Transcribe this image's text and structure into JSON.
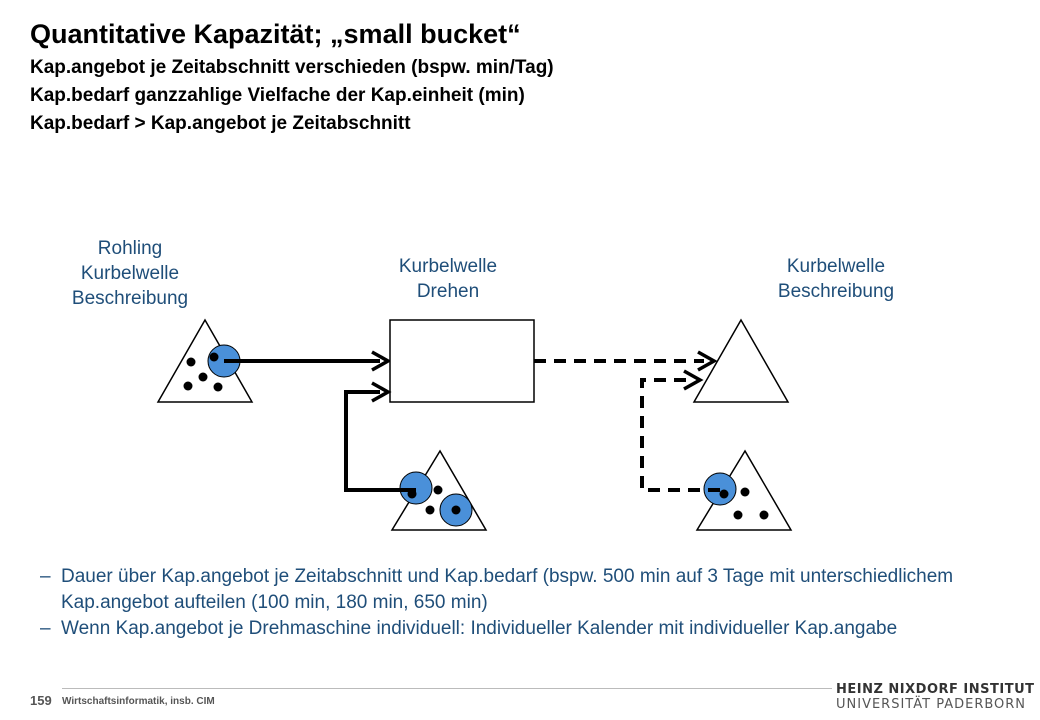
{
  "header": {
    "title": "Quantitative Kapazität; „small bucket“",
    "lines": [
      "Kap.angebot je Zeitabschnitt verschieden (bspw. min/Tag)",
      "Kap.bedarf ganzzahlige Vielfache der Kap.einheit (min)",
      "Kap.bedarf > Kap.angebot je Zeitabschnitt"
    ]
  },
  "diagram": {
    "labels": {
      "raw": [
        "Rohling",
        "Kurbelwelle",
        "Beschreibung"
      ],
      "operation": [
        "Kurbelwelle",
        "Drehen"
      ],
      "product": [
        "Kurbelwelle",
        "Beschreibung"
      ]
    },
    "colors": {
      "accent_blue": "#4a90d9",
      "label_blue": "#1f4e79",
      "line": "#000000"
    }
  },
  "bullets": [
    "Dauer über Kap.angebot je Zeitabschnitt und Kap.bedarf (bspw. 500 min auf 3 Tage mit unterschiedlichem Kap.angebot aufteilen (100 min, 180 min, 650 min)",
    "Wenn Kap.angebot je Drehmaschine individuell: Individueller Kalender mit individueller Kap.angabe"
  ],
  "footer": {
    "page_number": "159",
    "text": "Wirtschaftsinformatik, insb. CIM",
    "logo_line1": "HEINZ NIXDORF INSTITUT",
    "logo_line2": "UNIVERSITÄT PADERBORN"
  }
}
